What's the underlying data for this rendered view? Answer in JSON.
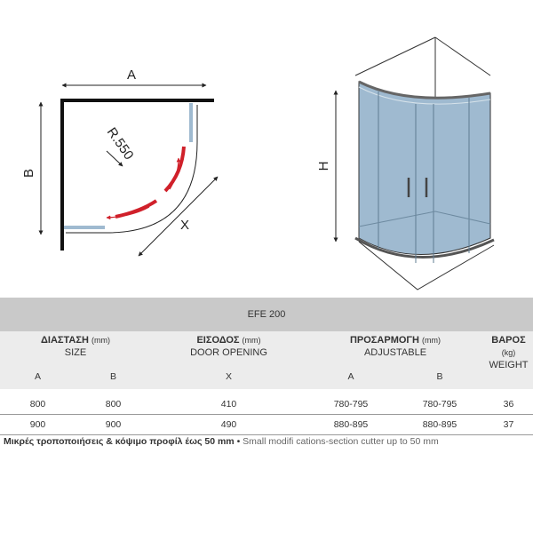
{
  "diagram": {
    "label_a": "A",
    "label_b": "B",
    "label_x": "X",
    "label_h": "H",
    "radius_label": "R.550"
  },
  "table": {
    "model": "EFE 200",
    "headers": [
      {
        "gr": "ΔΙΑΣΤΑΣΗ",
        "unit": "(mm)",
        "en": "SIZE"
      },
      {
        "gr": "ΕΙΣΟΔΟΣ",
        "unit": "(mm)",
        "en": "DOOR OPENING"
      },
      {
        "gr": "ΠΡΟΣΑΡΜΟΓΗ",
        "unit": "(mm)",
        "en": "ADJUSTABLE"
      },
      {
        "gr": "ΒΑΡΟΣ",
        "unit": "(kg)",
        "en": "WEIGHT"
      }
    ],
    "subheaders": [
      "A",
      "B",
      "X",
      "A",
      "B",
      ""
    ],
    "rows": [
      [
        "800",
        "800",
        "410",
        "780-795",
        "780-795",
        "36"
      ],
      [
        "900",
        "900",
        "490",
        "880-895",
        "880-895",
        "37"
      ]
    ]
  },
  "note": {
    "greek": "Μικρές τροποποιήσεις & κόψιμο προφίλ έως 50 mm",
    "separator": " • ",
    "english": "Small modifi cations-section cutter up to 50 mm"
  },
  "colors": {
    "accent_red": "#d0202a",
    "glass_blue": "#9fbad0",
    "title_bar": "#c9c9c9"
  }
}
